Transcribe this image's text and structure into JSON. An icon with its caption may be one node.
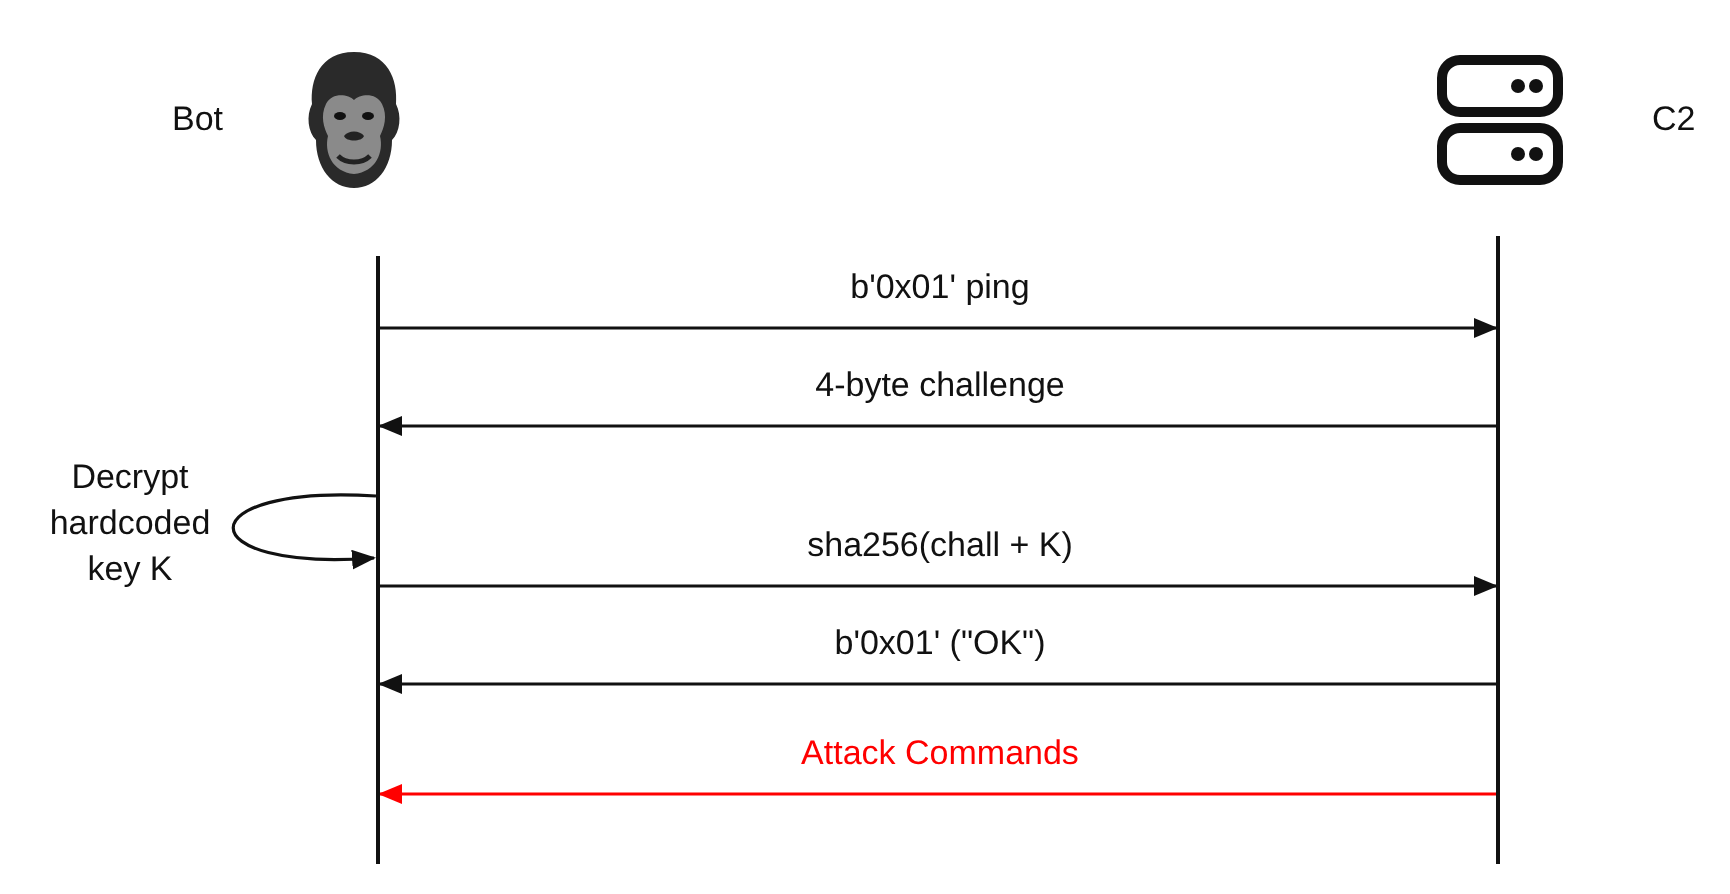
{
  "diagram": {
    "nodes": [
      {
        "text": [
          "Bot"
        ]
      },
      {
        "text": [
          "C2"
        ]
      },
      {
        "text": [],
        "shape": "bar"
      },
      {
        "text": [],
        "shape": "bar"
      }
    ],
    "edges": [
      {
        "from": 2,
        "to": 3,
        "arrow": "to",
        "label": "b'0x01' ping"
      },
      {
        "from": 3,
        "to": 2,
        "arrow": "to",
        "label": "4-byte challenge"
      },
      {
        "from": 2,
        "to": 2,
        "arrow": "to",
        "label": "Decrypt hardcoded key K"
      },
      {
        "from": 2,
        "to": 3,
        "arrow": "to",
        "label": "sha256(chall + K)"
      },
      {
        "from": 3,
        "to": 2,
        "arrow": "to",
        "label": "b'0x01' (\"OK\")"
      },
      {
        "from": 3,
        "to": 2,
        "arrow": "to",
        "label": "Attack Commands",
        "color": "#ff0000"
      }
    ]
  }
}
